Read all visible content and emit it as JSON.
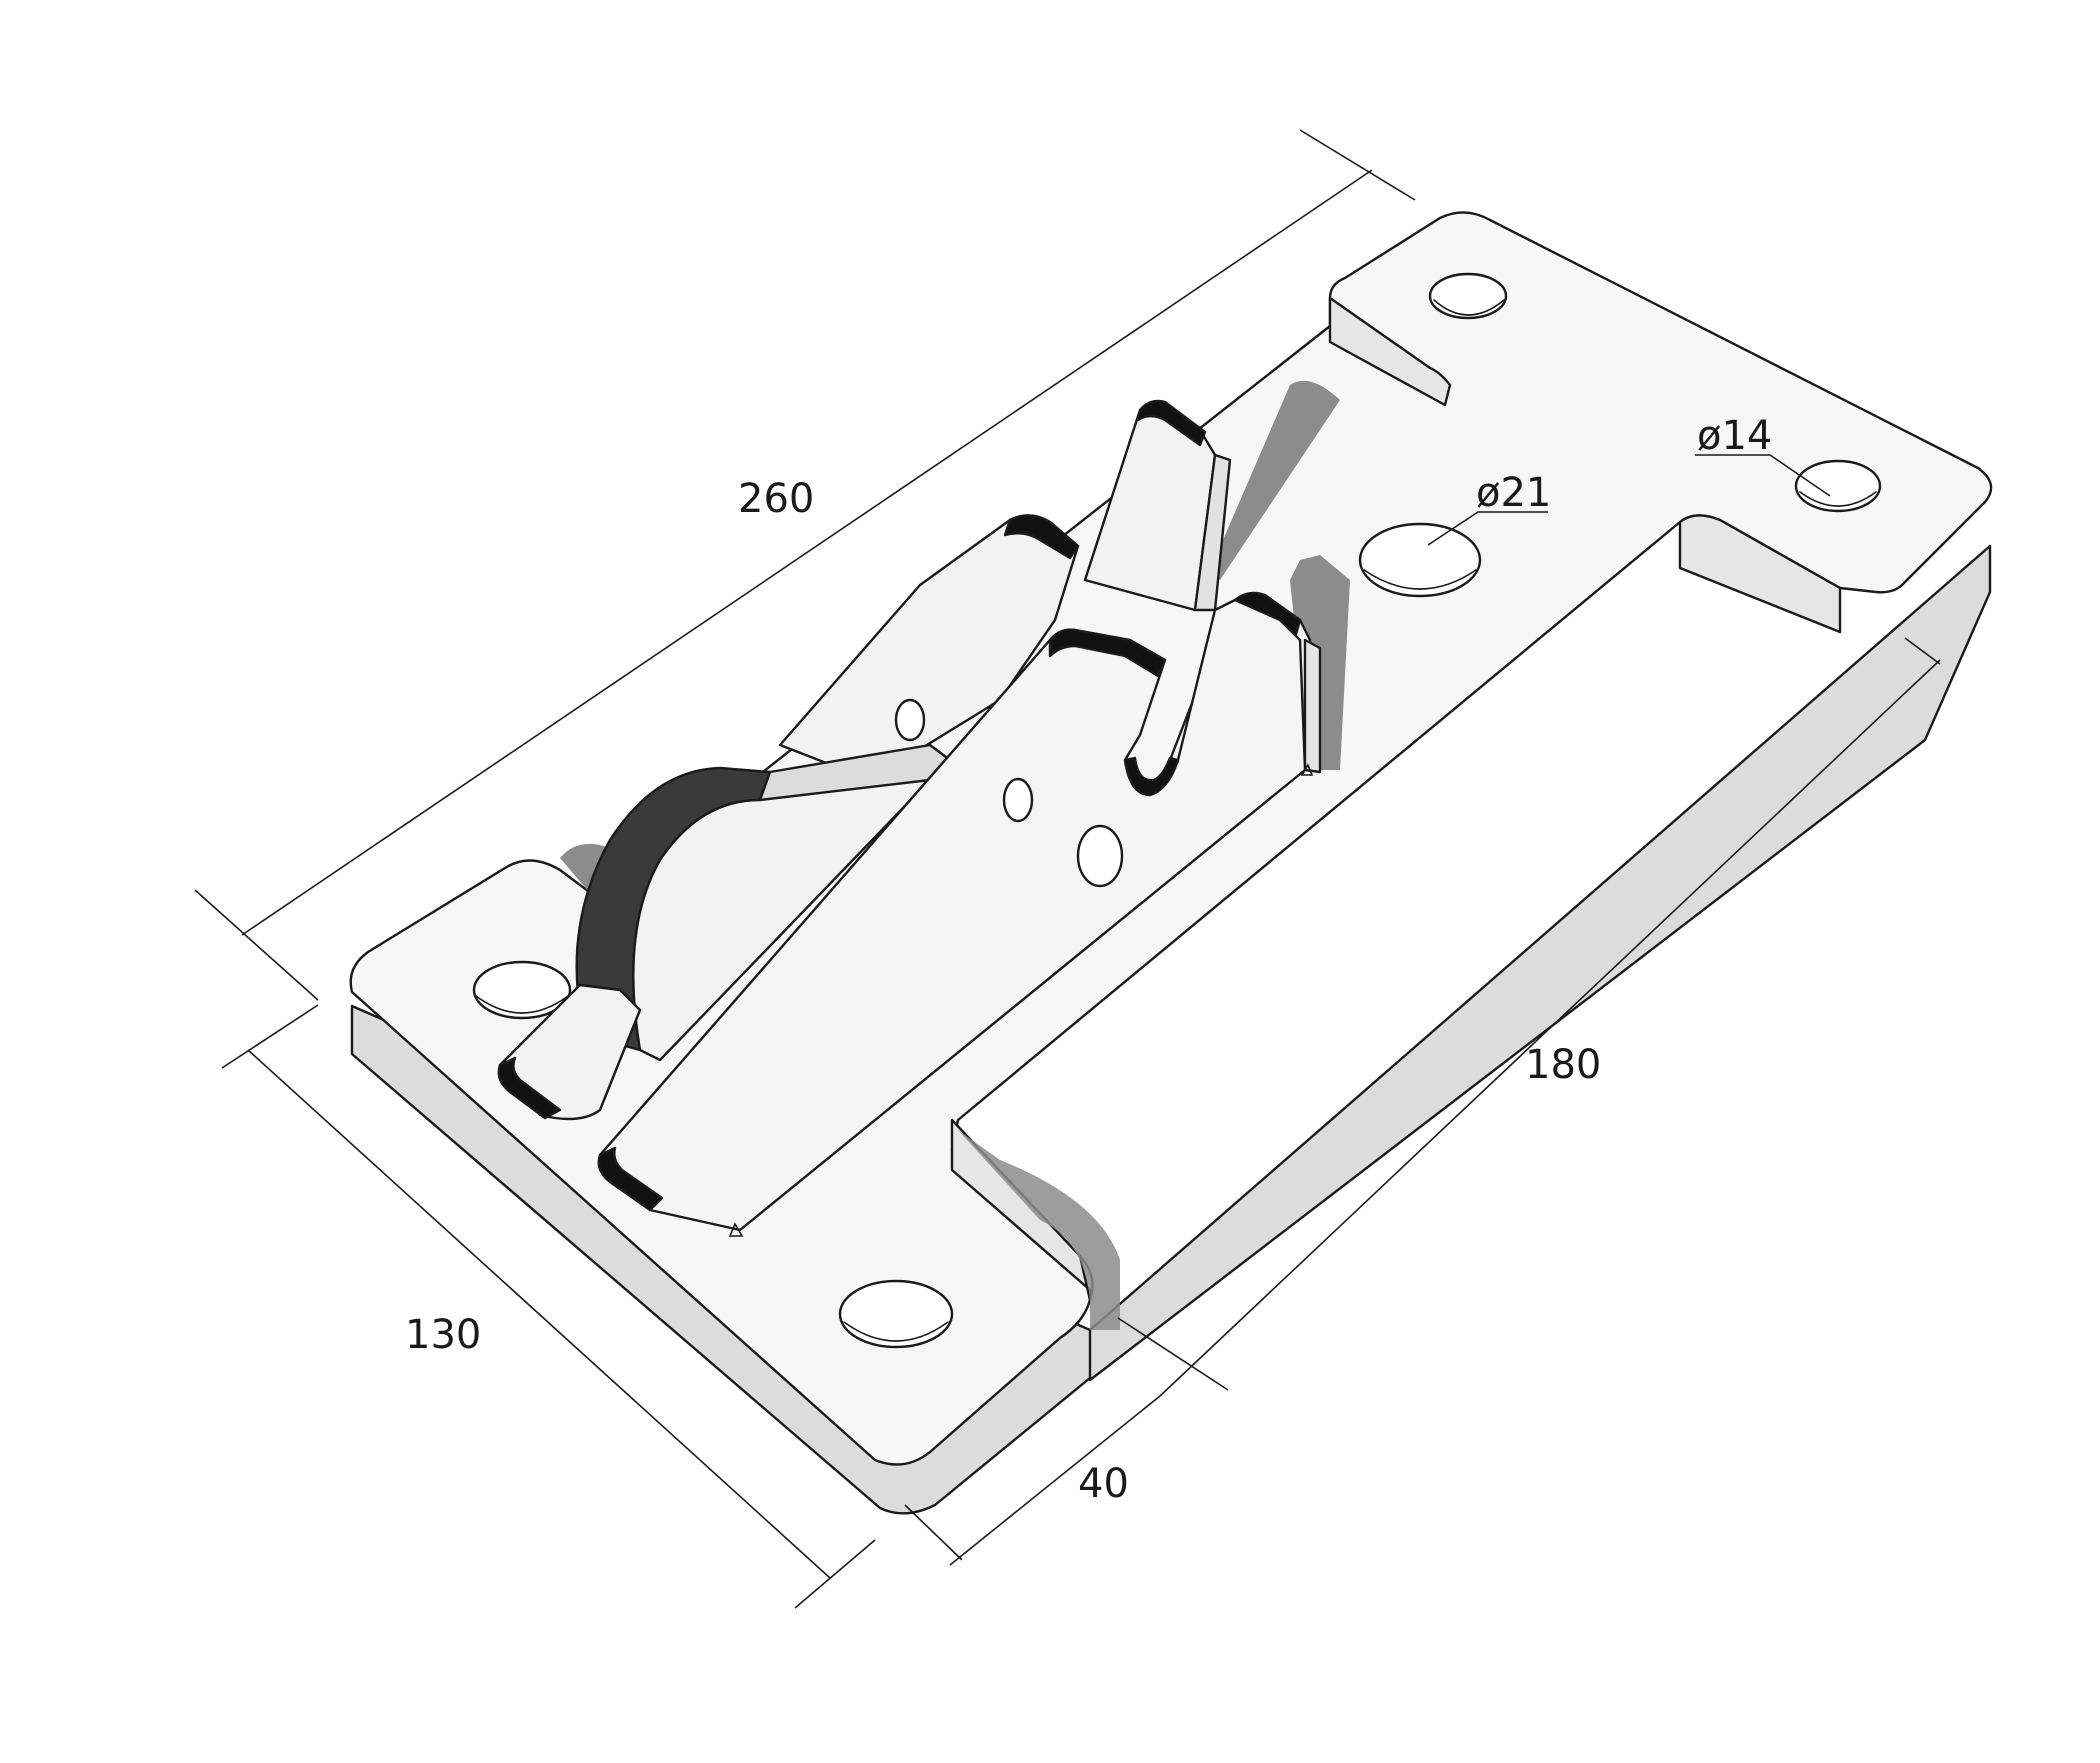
{
  "dimensions": {
    "length": "260",
    "width": "130",
    "cutout_length": "180",
    "cutout_depth": "40",
    "hole_large": "ø21",
    "hole_small": "ø14"
  },
  "colors": {
    "line": "#1a1a1a",
    "face": "#f2f2f2",
    "side": "#dcdcdc",
    "shadow": "#8c8c8c"
  }
}
